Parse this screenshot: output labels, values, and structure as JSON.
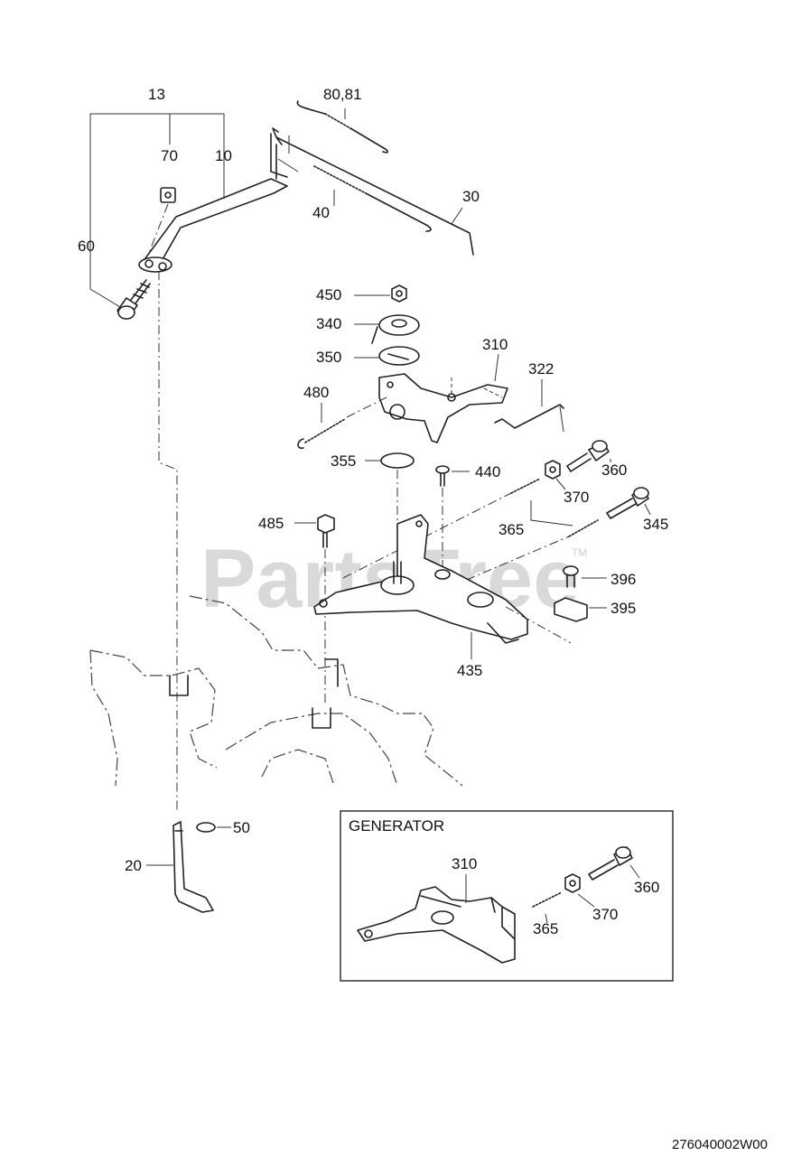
{
  "watermark": {
    "text": "PartsTree",
    "tm": "TM"
  },
  "callouts": {
    "c13": "13",
    "c70": "70",
    "c10": "10",
    "c60": "60",
    "c8081": "80,81",
    "c40": "40",
    "c30": "30",
    "c450": "450",
    "c340": "340",
    "c350": "350",
    "c310": "310",
    "c322": "322",
    "c480": "480",
    "c355": "355",
    "c440": "440",
    "c360": "360",
    "c370": "370",
    "c365": "365",
    "c345": "345",
    "c485": "485",
    "c396": "396",
    "c395": "395",
    "c435": "435",
    "c50": "50",
    "c20": "20"
  },
  "generator_box": {
    "title": "GENERATOR",
    "c310": "310",
    "c360": "360",
    "c365": "365",
    "c370": "370"
  },
  "diagram_code": "276040002W00"
}
